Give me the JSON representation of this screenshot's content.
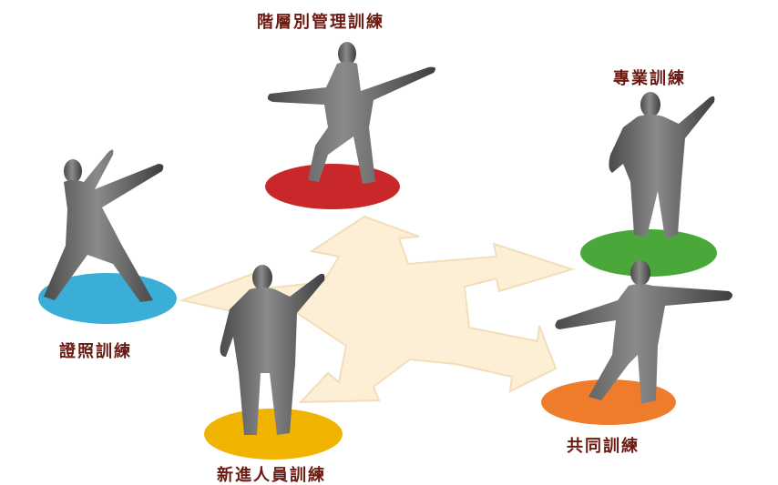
{
  "nodes": [
    {
      "id": "management",
      "label": "階層別管理訓練",
      "disc_color": "#c9282b"
    },
    {
      "id": "professional",
      "label": "專業訓練",
      "disc_color": "#4aa83a"
    },
    {
      "id": "certification",
      "label": "證照訓練",
      "disc_color": "#3aaed6"
    },
    {
      "id": "common",
      "label": "共同訓練",
      "disc_color": "#ee7c2a"
    },
    {
      "id": "new-employee",
      "label": "新進人員訓練",
      "disc_color": "#f0b400"
    }
  ],
  "colors": {
    "arrow_fill": "#fcefd6",
    "arrow_stroke": "#f2deb8",
    "figure_fill": "#6e6e6e",
    "label_color": "#6b1a12"
  }
}
